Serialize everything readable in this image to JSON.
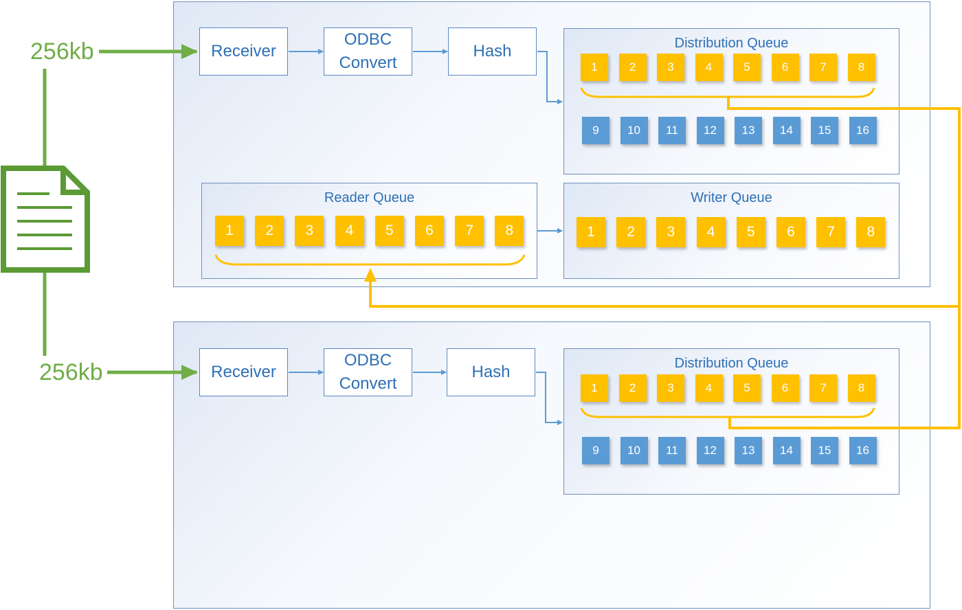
{
  "input_size_label": "256kb",
  "stages": {
    "receiver": "Receiver",
    "odbc_line1": "ODBC",
    "odbc_line2": "Convert",
    "hash": "Hash"
  },
  "queues": {
    "distribution_title": "Distribution Queue",
    "reader_title": "Reader Queue",
    "writer_title": "Writer Queue"
  },
  "distribution_slots": [
    "1",
    "2",
    "3",
    "4",
    "5",
    "6",
    "7",
    "8",
    "9",
    "10",
    "11",
    "12",
    "13",
    "14",
    "15",
    "16"
  ],
  "reader_slots": [
    "1",
    "2",
    "3",
    "4",
    "5",
    "6",
    "7",
    "8"
  ],
  "writer_slots": [
    "1",
    "2",
    "3",
    "4",
    "5",
    "6",
    "7",
    "8"
  ],
  "colors": {
    "input_green": "#70ad47",
    "document_green": "#5b9a35",
    "stage_blue": "#2e6fb6",
    "slot_yellow": "#ffc000",
    "slot_blue": "#5b9bd5",
    "flow_yellow": "#ffc000"
  },
  "icons": [
    "document-icon"
  ]
}
